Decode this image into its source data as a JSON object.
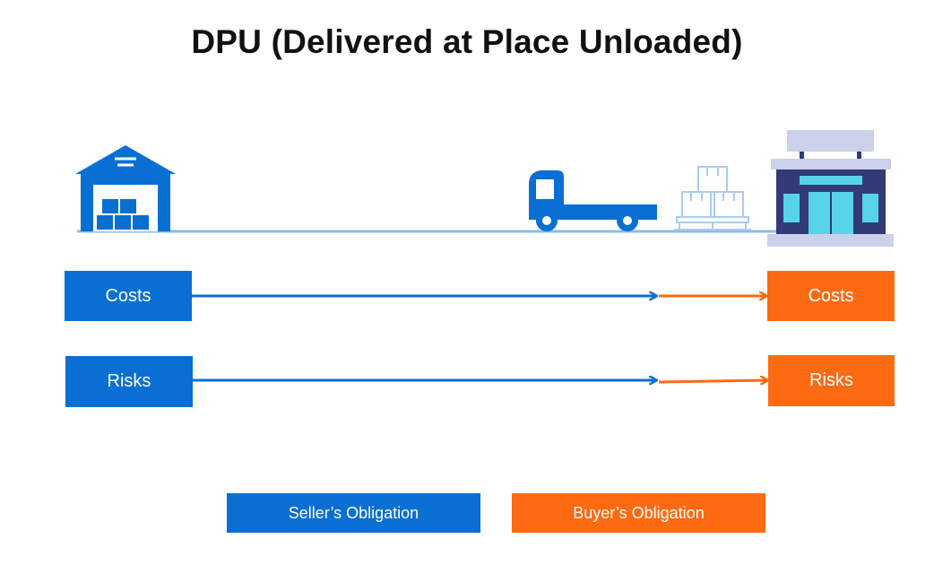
{
  "title": "DPU (Delivered at Place Unloaded)",
  "rows": {
    "costs": {
      "seller_label": "Costs",
      "buyer_label": "Costs"
    },
    "risks": {
      "seller_label": "Risks",
      "buyer_label": "Risks"
    }
  },
  "legend": {
    "seller": "Seller’s Obligation",
    "buyer": "Buyer’s Obligation"
  },
  "icons": {
    "origin": "warehouse-icon",
    "transport": "truck-icon",
    "goods": "pallet-boxes-icon",
    "destination": "storefront-icon"
  },
  "colors": {
    "seller": "#0a6fd2",
    "buyer": "#fe6a11",
    "route": "#88bde8",
    "store_body": "#323a78",
    "store_light": "#ccd0ea",
    "store_glass": "#57d4ea"
  }
}
